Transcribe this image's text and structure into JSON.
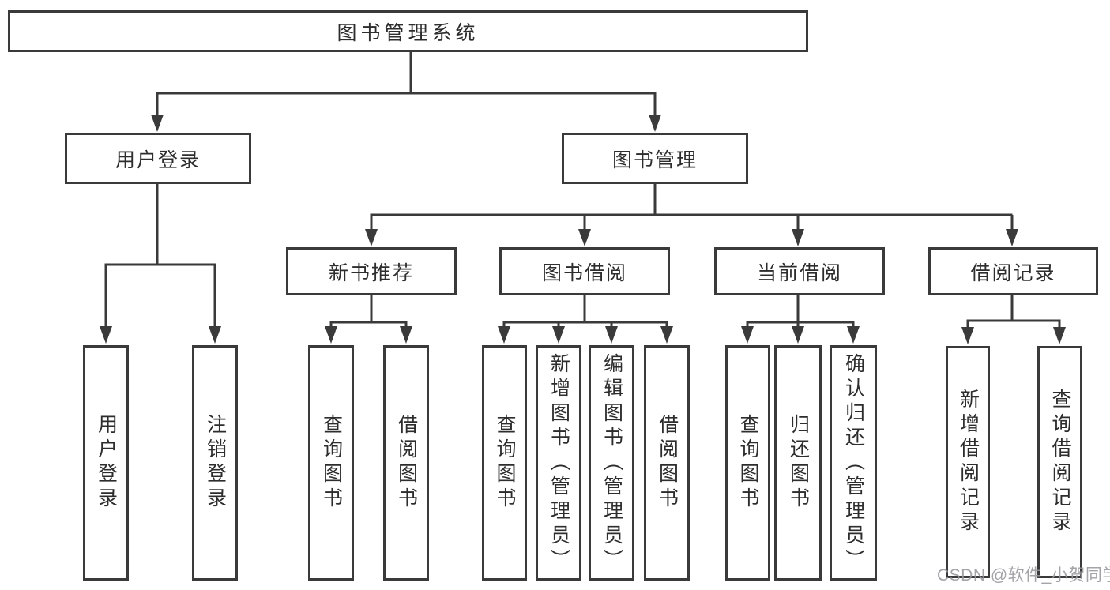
{
  "diagram": {
    "tree": {
      "label": "图书管理系统",
      "children": [
        {
          "label": "用户登录",
          "children": [
            {
              "label": "用户登录"
            },
            {
              "label": "注销登录"
            }
          ]
        },
        {
          "label": "图书管理",
          "children": [
            {
              "label": "新书推荐",
              "children": [
                {
                  "label": "查询图书"
                },
                {
                  "label": "借阅图书"
                }
              ]
            },
            {
              "label": "图书借阅",
              "children": [
                {
                  "label": "查询图书"
                },
                {
                  "label": "新增图书（管理员）"
                },
                {
                  "label": "编辑图书（管理员）"
                },
                {
                  "label": "借阅图书"
                }
              ]
            },
            {
              "label": "当前借阅",
              "children": [
                {
                  "label": "查询图书"
                },
                {
                  "label": "归还图书"
                },
                {
                  "label": "确认归还（管理员）"
                }
              ]
            },
            {
              "label": "借阅记录",
              "children": [
                {
                  "label": "新增借阅记录"
                },
                {
                  "label": "查询借阅记录"
                }
              ]
            }
          ]
        }
      ]
    },
    "colors": {
      "line": "#3a3a3a",
      "text": "#2d2d2d",
      "background": "#ffffff",
      "watermark": "#96969c"
    }
  },
  "watermark": {
    "text": "CSDN @软件_小贺同学"
  }
}
